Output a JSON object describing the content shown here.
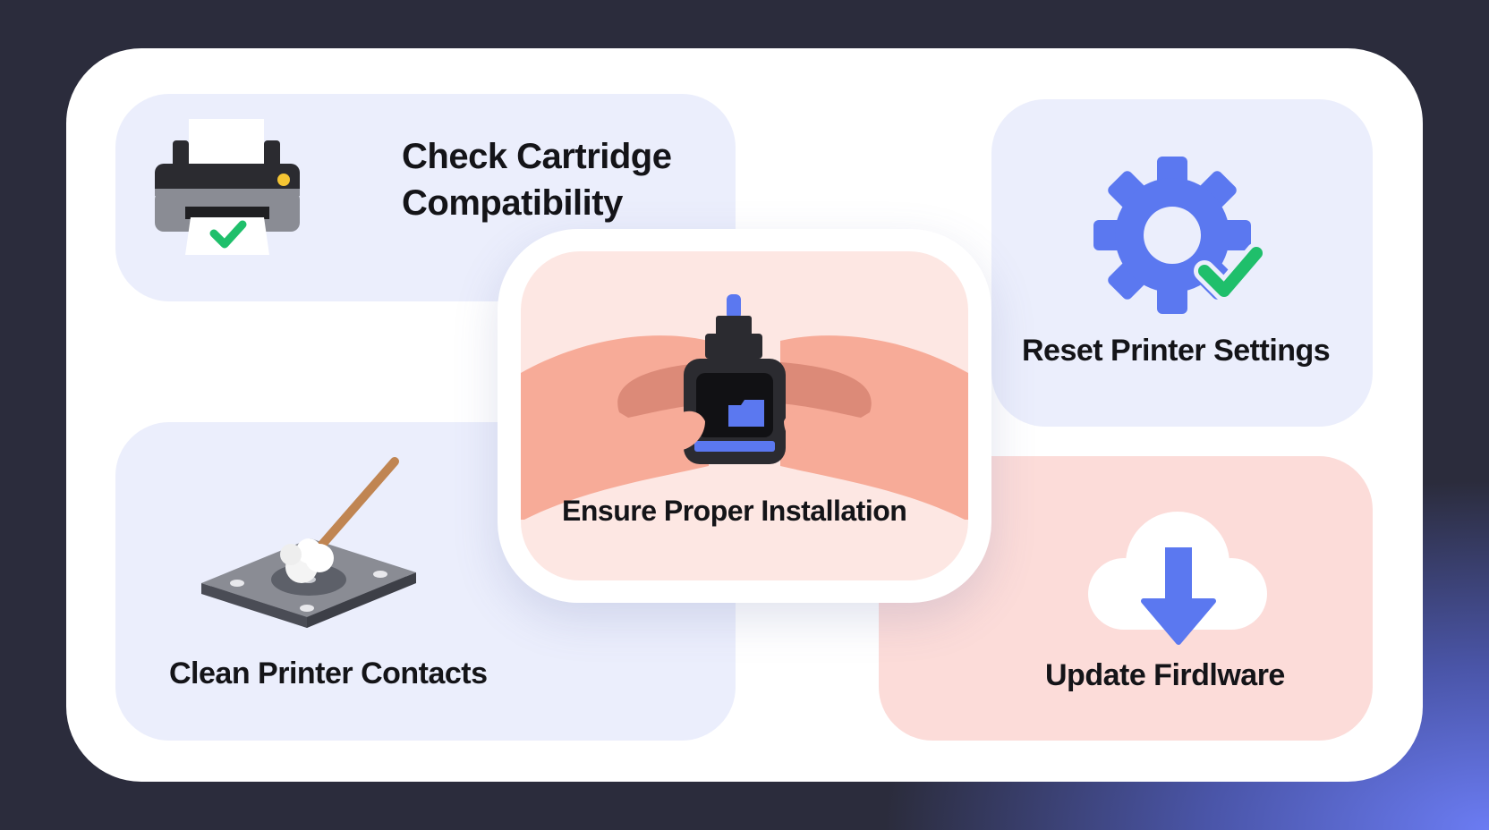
{
  "cards": {
    "check": {
      "label_line1": "Check Cartridge",
      "label_line2": "Compatibility",
      "icon": "printer-check-icon"
    },
    "reset": {
      "label": "Reset Printer Settings",
      "icon": "gear-check-icon"
    },
    "install": {
      "label": "Ensure Proper Installation",
      "icon": "hands-cartridge-icon"
    },
    "clean": {
      "label": "Clean Printer Contacts",
      "icon": "swab-contacts-icon"
    },
    "update": {
      "label": "Update Firdlware",
      "icon": "cloud-download-icon"
    }
  },
  "colors": {
    "background": "#2b2c3c",
    "panel": "#ffffff",
    "blue_card": "#ebeefc",
    "pink_card": "#fcdcd9",
    "accent_blue": "#5b78f0",
    "check_green": "#1fbf6b"
  }
}
